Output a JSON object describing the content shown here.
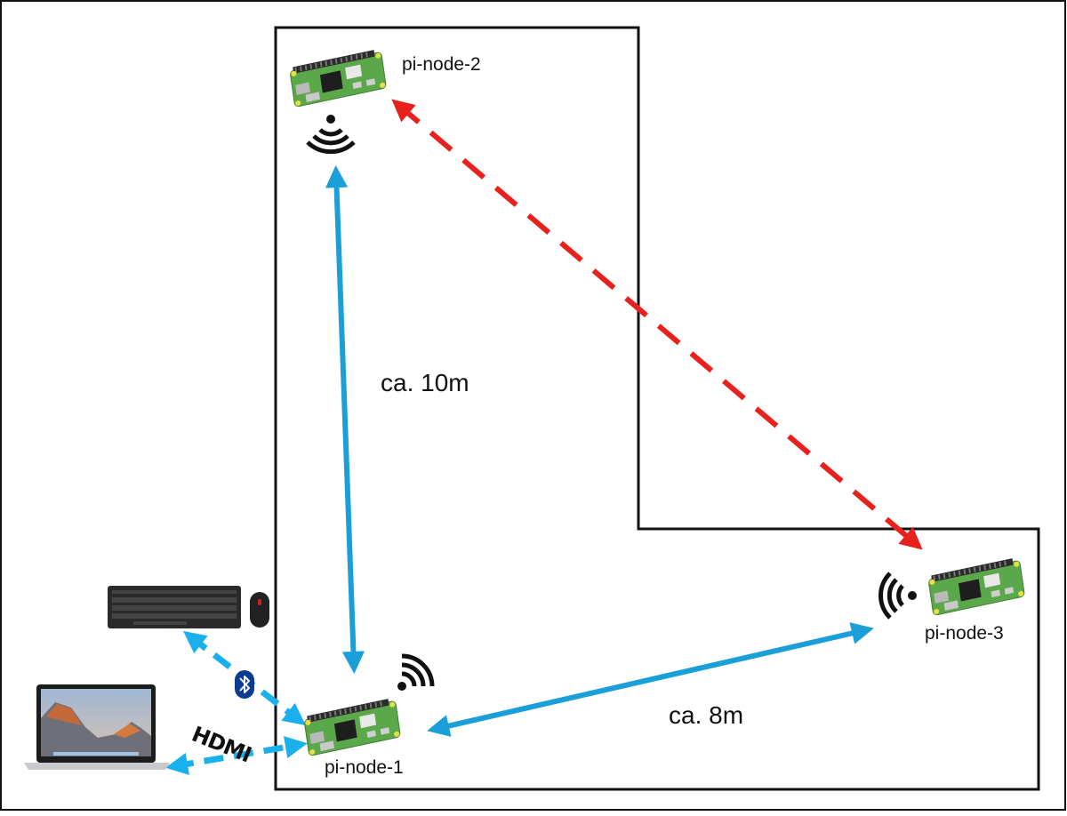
{
  "diagram": {
    "title": "Raspberry Pi node network floor plan",
    "nodes": [
      {
        "id": "pi-node-1",
        "label": "pi-node-1",
        "device": "Raspberry Pi Zero 2 W"
      },
      {
        "id": "pi-node-2",
        "label": "pi-node-2",
        "device": "Raspberry Pi Zero 2 W"
      },
      {
        "id": "pi-node-3",
        "label": "pi-node-3",
        "device": "Raspberry Pi Zero 2 W"
      }
    ],
    "peripherals": [
      {
        "id": "keyboard-mouse",
        "label": "Keyboard and mouse",
        "connection": "Bluetooth"
      },
      {
        "id": "laptop",
        "label": "Laptop",
        "connection": "HDMI"
      }
    ],
    "links": [
      {
        "from": "pi-node-1",
        "to": "pi-node-2",
        "style": "solid",
        "color": "#1a9fd9",
        "distance_label": "ca. 10m"
      },
      {
        "from": "pi-node-1",
        "to": "pi-node-3",
        "style": "solid",
        "color": "#1a9fd9",
        "distance_label": "ca. 8m"
      },
      {
        "from": "pi-node-2",
        "to": "pi-node-3",
        "style": "dashed",
        "color": "#e8201e",
        "distance_label": ""
      },
      {
        "from": "pi-node-1",
        "to": "keyboard-mouse",
        "style": "dashed",
        "color": "#1ab0ec",
        "badge": "bluetooth"
      },
      {
        "from": "pi-node-1",
        "to": "laptop",
        "style": "dashed",
        "color": "#1ab0ec",
        "badge": "HDMI"
      }
    ],
    "hdmi_text": "HDMI",
    "colors": {
      "wifi_link": "#1a9fd9",
      "blocked_link": "#e8201e",
      "peripheral_link": "#1ab0ec",
      "bluetooth_badge": "#0a3d91",
      "wall": "#111111"
    }
  }
}
